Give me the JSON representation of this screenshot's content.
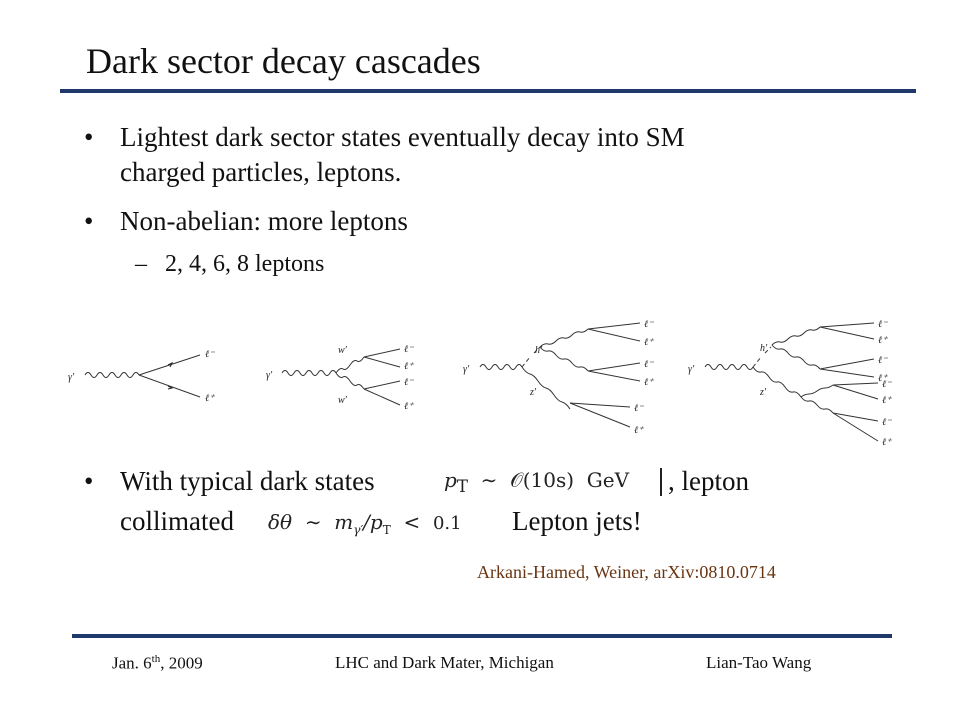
{
  "title": "Dark sector decay cascades",
  "bullets": {
    "b1_line1": "Lightest dark sector states eventually decay into SM",
    "b1_line2": "charged particles, leptons.",
    "b2": "Non-abelian: more leptons",
    "b2_sub": "2, 4, 6, 8 leptons",
    "b3_line1_pre": "With typical dark states",
    "b3_line1_post": ", lepton",
    "b3_line2_pre": "collimated",
    "b3_line2_post": "Lepton jets!"
  },
  "bullet_symbol": "•",
  "sub_symbol": "–",
  "math": {
    "pt_lhs": "p",
    "pt_sub": "T",
    "sim": "∼",
    "order": "𝒪(10s)",
    "gev": "GeV",
    "dtheta": "δθ",
    "m": "m",
    "m_sub": "γ′",
    "slash_p": "/p",
    "slash_p_sub": "T",
    "lt": "<",
    "bound": "0.1"
  },
  "diagram_labels": {
    "gamma": "γ′",
    "l_minus": "ℓ⁻",
    "l_plus": "ℓ⁺",
    "w": "w′",
    "h": "h′",
    "z": "z′"
  },
  "citation": "Arkani-Hamed, Weiner, arXiv:0810.0714",
  "footer": {
    "date_pre": "Jan. 6",
    "date_sup": "th",
    "date_post": ", 2009",
    "center": "LHC and Dark Mater, Michigan",
    "author": "Lian-Tao Wang"
  },
  "colors": {
    "rule": "#1f3a6a",
    "citation": "#6b3410"
  }
}
